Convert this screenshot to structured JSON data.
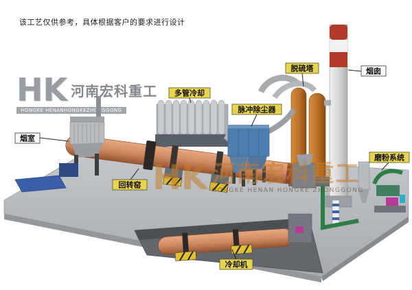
{
  "disclaimer": "该工艺仅供参考，具体根据客户的要求进行设计",
  "logo": {
    "monogram": "HK",
    "company_name": "河南宏科重工",
    "company_latin": "HONGKE HENANHONGKEZHONGGONG"
  },
  "watermark": {
    "monogram": "HK",
    "company_name": "河南宏科重工",
    "company_latin": "HONGKE HENAN HONGKE ZHONGGONG"
  },
  "equipment_labels": {
    "smoke_chamber": "烟室",
    "rotary_kiln": "回转窑",
    "multi_tube_cooler": "多管冷却",
    "pulse_dust_collector": "脉冲除尘器",
    "desulfurization_tower": "脱硫塔",
    "chimney": "烟囱",
    "grinding_system": "磨粉系统",
    "cooling_machine": "冷却机"
  },
  "colors": {
    "kiln_shell": "#cf8a64",
    "dust_collector_blue": "#4d7fae",
    "desulfurization_orange": "#b96f28",
    "chimney_red_band": "#b23a2a",
    "platform_gray": "#b4b8bc",
    "label_yellow": "#e9d44f",
    "pipe_green": "#2e7d46",
    "accent_magenta": "#b83a98"
  }
}
